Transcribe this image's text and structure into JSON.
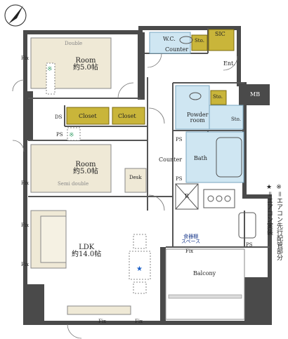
{
  "rooms": {
    "room1": {
      "name": "Room",
      "size": "約5.0帖",
      "bed": "Double"
    },
    "room2": {
      "name": "Room",
      "size": "約5.0帖",
      "bed": "Semi double"
    },
    "ldk": {
      "name": "LDK",
      "size": "約14.0帖"
    },
    "wc": {
      "name": "W.C.",
      "counter": "Counter"
    },
    "sic": "SIC",
    "entrance": "Ent.",
    "mb": "MB",
    "powder": "Powder\nroom",
    "bath": "Bath",
    "balcony": "Balcony"
  },
  "labels": {
    "closet1": "Closet",
    "closet2": "Closet",
    "counter": "Counter",
    "desk": "Desk",
    "sto": "Sto.",
    "ds": "DS",
    "ps": "PS",
    "fix": "Fix",
    "r": "R",
    "pantry": "食器棚\nスペース"
  },
  "legend": {
    "ac_installed": "★＝エアコン実装",
    "ac_piping": "※＝エアコン先行配管部分"
  },
  "colors": {
    "wall": "#4a4a4a",
    "closet": "#c9b53a",
    "wet": "#cfe6f2",
    "furniture": "#efe9d6",
    "accent_star": "#1a5fc8",
    "accent_mark": "#3aa06a"
  }
}
